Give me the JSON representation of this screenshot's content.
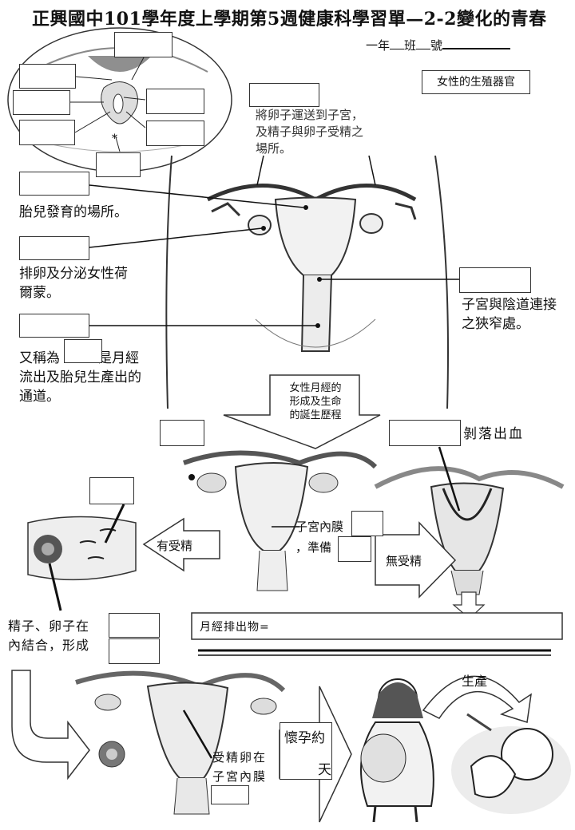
{
  "title": "正興國中101學年度上學期第5週健康科學習單—2-2變化的青春",
  "student_line": {
    "text1": "一年",
    "text2": "班",
    "text3": "號"
  },
  "section_label": "女性的生殖器官",
  "labels": {
    "fallopian_desc_1": "將卵子運送到子宮，",
    "fallopian_desc_2": "及精子與卵子受精之",
    "fallopian_desc_3": "場所。",
    "uterus_desc": "胎兒發育的場所。",
    "ovary_desc_1": "排卵及分泌女性荷",
    "ovary_desc_2": "爾蒙。",
    "vagina_desc_1a": "又稱為",
    "vagina_desc_1b": "是月經",
    "vagina_desc_2": "流出及胎兒生產出的",
    "vagina_desc_3": "通道。",
    "cervix_desc_1": "子宮與陰道連接",
    "cervix_desc_2": "之狹窄處。"
  },
  "arrow_center": {
    "line1": "女性月經的",
    "line2": "形成及生命",
    "line3": "的誕生歷程"
  },
  "process": {
    "shedding": "剝落出血",
    "endometrium_1": "子宮內膜",
    "endometrium_2": "，準備",
    "fertilized": "有受精",
    "not_fertilized": "無受精",
    "sperm_egg_1": "精子、卵子在",
    "sperm_egg_2": "內結合，形成",
    "menses_label": "月經排出物=",
    "zygote_1": "受精卵在",
    "zygote_2": "子宮內膜",
    "pregnancy_1": "懷孕約",
    "pregnancy_2": "天",
    "birth": "生產"
  },
  "icons": [
    "vulva-diagram",
    "uterus-diagram",
    "fertilization-diagram",
    "pregnant-woman",
    "newborn-baby"
  ]
}
